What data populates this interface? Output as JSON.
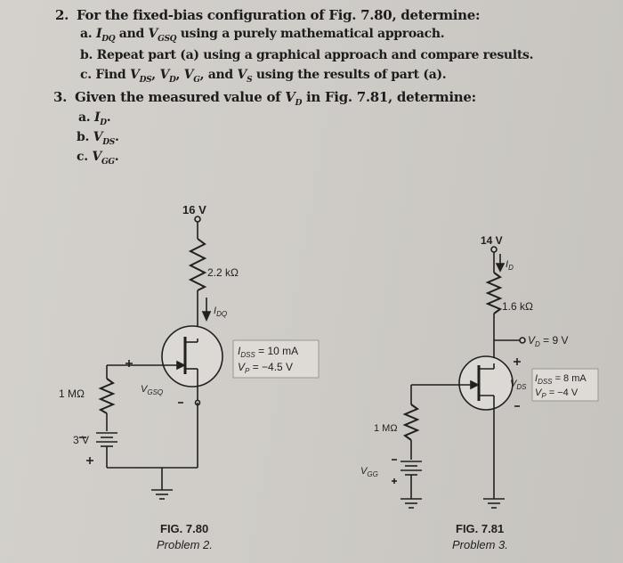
{
  "problem2": {
    "number": "2.",
    "text": "For the fixed-bias configuration of Fig. 7.80, determine:",
    "items": [
      {
        "label": "a.",
        "text": "I_DQ and V_GSQ using a purely mathematical approach."
      },
      {
        "label": "b.",
        "text": "Repeat part (a) using a graphical approach and compare results."
      },
      {
        "label": "c.",
        "text": "Find V_DS, V_D, V_G, and V_S using the results of part (a)."
      }
    ]
  },
  "problem3": {
    "number": "3.",
    "text": "Given the measured value of V_D in Fig. 7.81, determine:",
    "items": [
      {
        "label": "a.",
        "text": "I_D."
      },
      {
        "label": "b.",
        "text": "V_DS."
      },
      {
        "label": "c.",
        "text": "V_GG."
      }
    ]
  },
  "fig780": {
    "supply": "16 V",
    "rd": "2.2 kΩ",
    "current": "I_DQ",
    "params1": "I_DSS = 10 mA",
    "params2": "V_P = −4.5 V",
    "vgs": "V_GSQ",
    "rg": "1 MΩ",
    "battery": "3 V",
    "caption": "FIG. 7.80",
    "subcaption": "Problem 2."
  },
  "fig781": {
    "supply": "14 V",
    "current": "I_D",
    "rd": "1.6 kΩ",
    "vd": "V_D = 9 V",
    "vds": "V_DS",
    "params1": "I_DSS = 8 mA",
    "params2": "V_P = −4 V",
    "rg": "1 MΩ",
    "vgg": "V_GG",
    "caption": "FIG. 7.81",
    "subcaption": "Problem 3."
  }
}
